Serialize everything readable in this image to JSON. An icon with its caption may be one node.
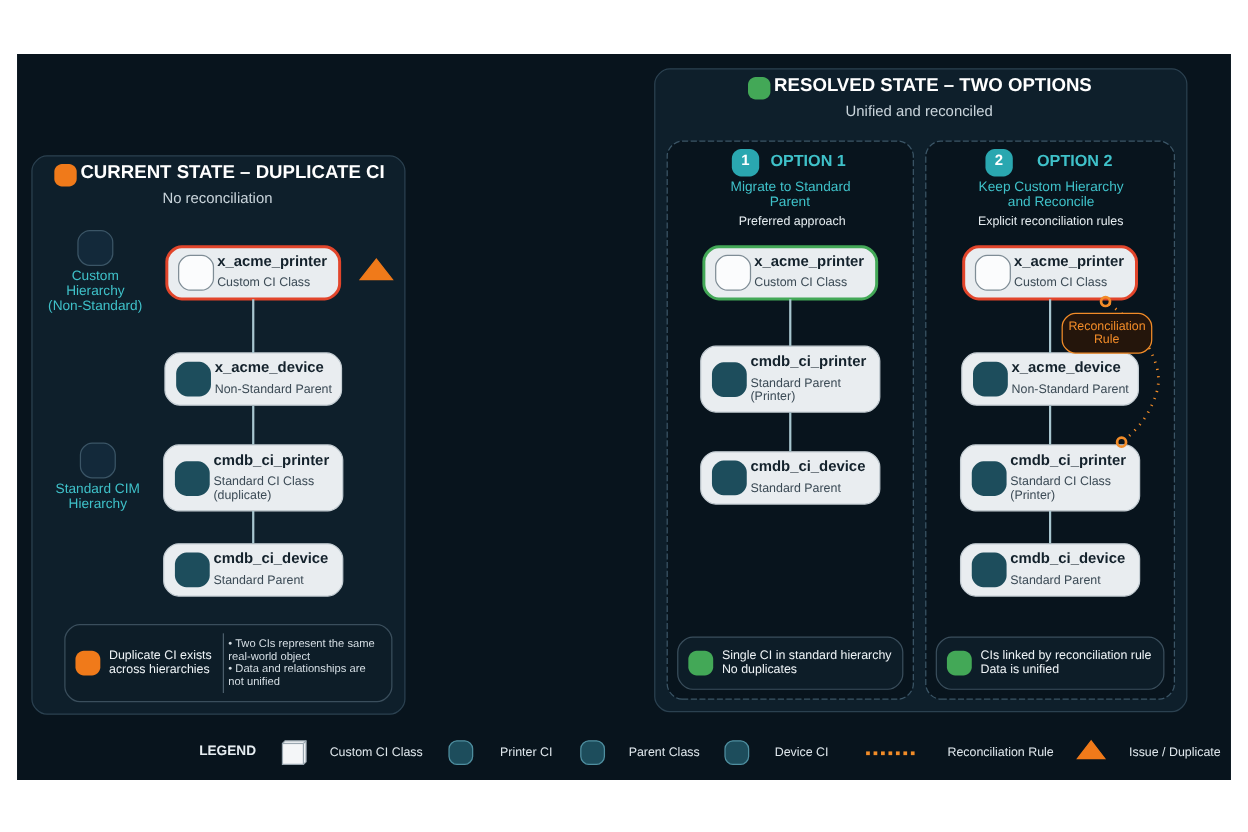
{
  "diagram": {
    "nodes": [
      {
        "text": [
          "CURRENT STATE – DUPLICATE CI",
          "No reconciliation"
        ]
      },
      {
        "text": [
          "x_acme_printer",
          "Custom CI Class"
        ],
        "in": 0
      },
      {
        "text": [
          "x_acme_device",
          "Non-Standard Parent"
        ],
        "in": 0
      },
      {
        "text": [
          "cmdb_ci_printer",
          "Standard CI Class (duplicate)"
        ],
        "in": 0
      },
      {
        "text": [
          "cmdb_ci_device",
          "Standard Parent"
        ],
        "in": 0
      },
      {
        "text": [
          "Duplicate CI exists across hierarchies",
          "• Two CIs represent the same real-world object",
          "• Data and relationships are not unified"
        ],
        "in": 0
      },
      {
        "text": [
          "RESOLVED STATE – TWO OPTIONS",
          "Unified and reconciled"
        ]
      },
      {
        "text": [
          "1",
          "OPTION 1",
          "Migrate to Standard Parent",
          "Preferred approach"
        ],
        "in": 6
      },
      {
        "text": [
          "x_acme_printer",
          "Custom CI Class"
        ],
        "in": 7
      },
      {
        "text": [
          "cmdb_ci_printer",
          "Standard Parent (Printer)"
        ],
        "in": 7
      },
      {
        "text": [
          "cmdb_ci_device",
          "Standard Parent"
        ],
        "in": 7
      },
      {
        "text": [
          "Single CI in standard hierarchy",
          "No duplicates"
        ],
        "in": 7
      },
      {
        "text": [
          "2",
          "OPTION 2",
          "Keep Custom Hierarchy and Reconcile",
          "Explicit reconciliation rules"
        ],
        "in": 6
      },
      {
        "text": [
          "x_acme_printer",
          "Custom CI Class"
        ],
        "in": 12
      },
      {
        "text": [
          "x_acme_device",
          "Non-Standard Parent"
        ],
        "in": 12
      },
      {
        "text": [
          "cmdb_ci_printer",
          "Standard CI Class (Printer)"
        ],
        "in": 12
      },
      {
        "text": [
          "cmdb_ci_device",
          "Standard Parent"
        ],
        "in": 12
      },
      {
        "text": [
          "CIs linked by reconciliation rule",
          "Data is unified"
        ],
        "in": 12
      }
    ],
    "edges": [
      {
        "from": 1,
        "to": 2,
        "arrow": "none"
      },
      {
        "from": 2,
        "to": 3,
        "arrow": "none"
      },
      {
        "from": 3,
        "to": 4,
        "arrow": "none"
      },
      {
        "from": 8,
        "to": 9,
        "arrow": "none"
      },
      {
        "from": 9,
        "to": 10,
        "arrow": "none"
      },
      {
        "from": 13,
        "to": 14,
        "arrow": "none"
      },
      {
        "from": 14,
        "to": 15,
        "arrow": "none"
      },
      {
        "from": 15,
        "to": 16,
        "arrow": "none"
      },
      {
        "from": 13,
        "to": 15,
        "arrow": "other",
        "label": "Reconciliation Rule",
        "style": "dashed",
        "color": "#f28c28"
      }
    ],
    "labels": [
      "Custom Hierarchy (Non-Standard)",
      "Standard CIM Hierarchy",
      "LEGEND"
    ],
    "legend": [
      {
        "text": "Custom CI Class"
      },
      {
        "text": "Printer CI"
      },
      {
        "text": "Parent Class"
      },
      {
        "text": "Device CI"
      },
      {
        "text": "Reconciliation Rule"
      },
      {
        "text": "Issue / Duplicate"
      }
    ]
  }
}
